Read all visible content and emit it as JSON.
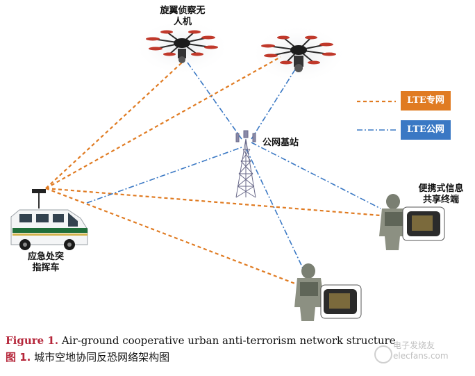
{
  "labels": {
    "drone": "旋翼侦察无\n人机",
    "base_station": "公网基站",
    "vehicle": "应急处突\n指挥车",
    "terminal": "便携式信息\n共享终端"
  },
  "legend": {
    "lte_private": "LTE专网",
    "lte_public": "LTE公网",
    "lte_private_color": "#e07b22",
    "lte_public_color": "#3a78c4"
  },
  "caption": {
    "en_prefix": "Figure 1.",
    "en_text": " Air-ground cooperative urban anti-terrorism network structure",
    "zh_prefix": "图 1.",
    "zh_text": " 城市空地协同反恐网络架构图"
  },
  "watermark": "电子发烧友 elecfans.com"
}
